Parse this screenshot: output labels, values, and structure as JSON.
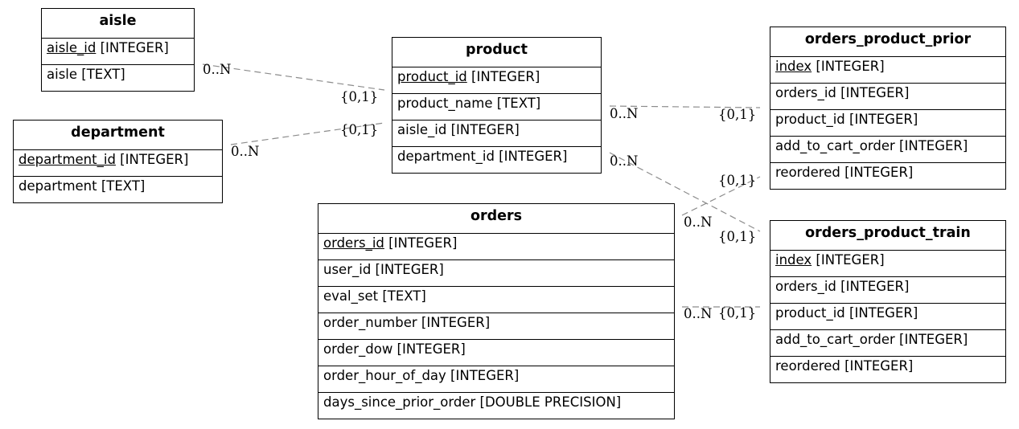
{
  "entities": {
    "aisle": {
      "name": "aisle",
      "fields": [
        {
          "name": "aisle_id",
          "type": " [INTEGER]"
        },
        {
          "name": "aisle",
          "type": " [TEXT]"
        }
      ]
    },
    "department": {
      "name": "department",
      "fields": [
        {
          "name": "department_id",
          "type": " [INTEGER]"
        },
        {
          "name": "department",
          "type": " [TEXT]"
        }
      ]
    },
    "product": {
      "name": "product",
      "fields": [
        {
          "name": "product_id",
          "type": " [INTEGER]"
        },
        {
          "name": "product_name",
          "type": " [TEXT]"
        },
        {
          "name": "aisle_id",
          "type": " [INTEGER]"
        },
        {
          "name": "department_id",
          "type": " [INTEGER]"
        }
      ]
    },
    "orders": {
      "name": "orders",
      "fields": [
        {
          "name": "orders_id",
          "type": " [INTEGER]"
        },
        {
          "name": "user_id",
          "type": " [INTEGER]"
        },
        {
          "name": "eval_set",
          "type": " [TEXT]"
        },
        {
          "name": "order_number",
          "type": " [INTEGER]"
        },
        {
          "name": "order_dow",
          "type": " [INTEGER]"
        },
        {
          "name": "order_hour_of_day",
          "type": " [INTEGER]"
        },
        {
          "name": "days_since_prior_order",
          "type": " [DOUBLE PRECISION]"
        }
      ]
    },
    "orders_product_prior": {
      "name": "orders_product_prior",
      "fields": [
        {
          "name": "index",
          "type": " [INTEGER]"
        },
        {
          "name": "orders_id",
          "type": " [INTEGER]"
        },
        {
          "name": "product_id",
          "type": " [INTEGER]"
        },
        {
          "name": "add_to_cart_order",
          "type": " [INTEGER]"
        },
        {
          "name": "reordered",
          "type": " [INTEGER]"
        }
      ]
    },
    "orders_product_train": {
      "name": "orders_product_train",
      "fields": [
        {
          "name": "index",
          "type": " [INTEGER]"
        },
        {
          "name": "orders_id",
          "type": " [INTEGER]"
        },
        {
          "name": "product_id",
          "type": " [INTEGER]"
        },
        {
          "name": "add_to_cart_order",
          "type": " [INTEGER]"
        },
        {
          "name": "reordered",
          "type": " [INTEGER]"
        }
      ]
    }
  },
  "relationships": [
    {
      "from": "aisle",
      "to": "product",
      "from_card": "0..N",
      "to_card": "{0,1}"
    },
    {
      "from": "department",
      "to": "product",
      "from_card": "0..N",
      "to_card": "{0,1}"
    },
    {
      "from": "product",
      "to": "orders_product_prior",
      "from_card": "0..N",
      "to_card": "{0,1}"
    },
    {
      "from": "product",
      "to": "orders_product_train",
      "from_card": "0..N",
      "to_card": "{0,1}"
    },
    {
      "from": "orders",
      "to": "orders_product_prior",
      "from_card": "0..N",
      "to_card": "{0,1}"
    },
    {
      "from": "orders",
      "to": "orders_product_train",
      "from_card": "0..N",
      "to_card": "{0,1}"
    }
  ]
}
